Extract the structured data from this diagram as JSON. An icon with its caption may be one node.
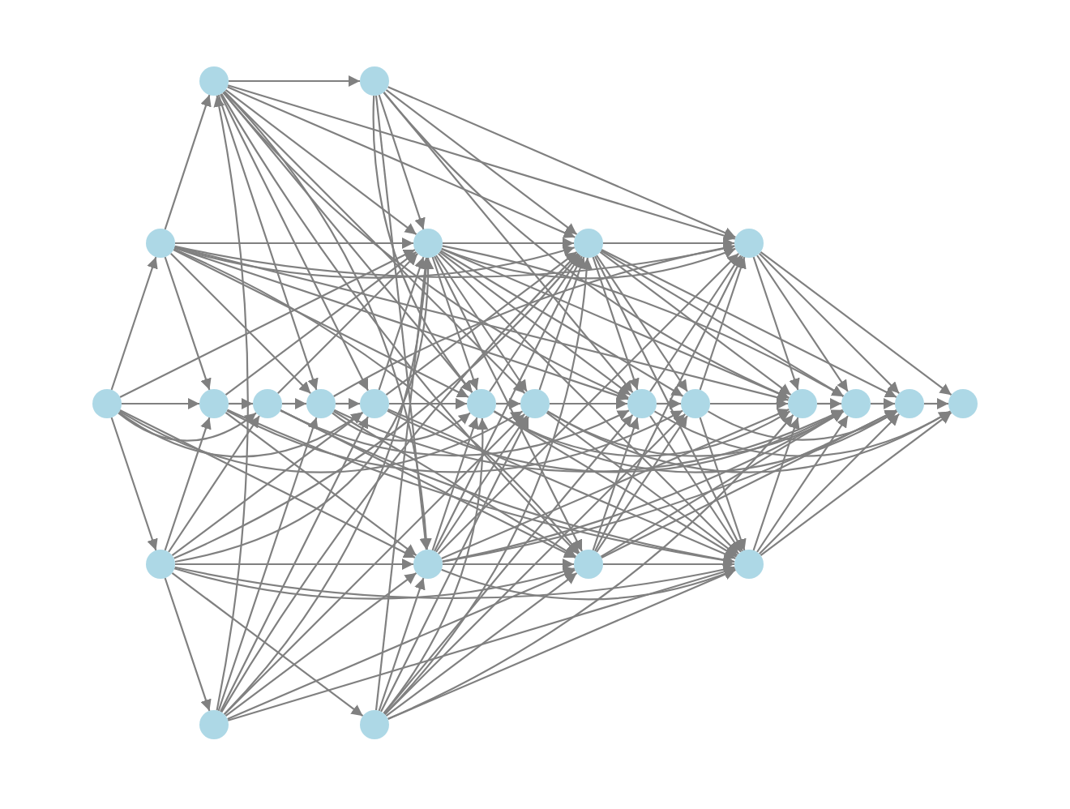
{
  "diagram": {
    "nodes": [
      {
        "text": [],
        "shape": "circle"
      },
      {
        "text": [],
        "shape": "circle"
      },
      {
        "text": [],
        "shape": "circle"
      },
      {
        "text": [],
        "shape": "circle"
      },
      {
        "text": [],
        "shape": "circle"
      },
      {
        "text": [],
        "shape": "circle"
      },
      {
        "text": [],
        "shape": "circle"
      },
      {
        "text": [],
        "shape": "circle"
      },
      {
        "text": [],
        "shape": "circle"
      },
      {
        "text": [],
        "shape": "circle"
      },
      {
        "text": [],
        "shape": "circle"
      },
      {
        "text": [],
        "shape": "circle"
      },
      {
        "text": [],
        "shape": "circle"
      },
      {
        "text": [],
        "shape": "circle"
      },
      {
        "text": [],
        "shape": "circle"
      },
      {
        "text": [],
        "shape": "circle"
      },
      {
        "text": [],
        "shape": "circle"
      },
      {
        "text": [],
        "shape": "circle"
      },
      {
        "text": [],
        "shape": "circle"
      },
      {
        "text": [],
        "shape": "circle"
      },
      {
        "text": [],
        "shape": "circle"
      },
      {
        "text": [],
        "shape": "circle"
      },
      {
        "text": [],
        "shape": "circle"
      },
      {
        "text": [],
        "shape": "circle"
      },
      {
        "text": [],
        "shape": "circle"
      }
    ],
    "edges": [
      {
        "from": 0,
        "to": 1,
        "arrow": "to"
      },
      {
        "from": 0,
        "to": 2,
        "arrow": "to"
      },
      {
        "from": 0,
        "to": 4,
        "arrow": "to"
      },
      {
        "from": 0,
        "to": 6,
        "arrow": "to"
      },
      {
        "from": 0,
        "to": 9,
        "arrow": "to"
      },
      {
        "from": 0,
        "to": 12,
        "arrow": "to"
      },
      {
        "from": 0,
        "to": 14,
        "arrow": "to"
      },
      {
        "from": 0,
        "to": 11,
        "arrow": "to"
      },
      {
        "from": 1,
        "to": 3,
        "arrow": "to"
      },
      {
        "from": 1,
        "to": 4,
        "arrow": "to"
      },
      {
        "from": 1,
        "to": 11,
        "arrow": "to"
      },
      {
        "from": 1,
        "to": 7,
        "arrow": "to"
      },
      {
        "from": 1,
        "to": 13,
        "arrow": "to"
      },
      {
        "from": 1,
        "to": 15,
        "arrow": "to"
      },
      {
        "from": 1,
        "to": 19,
        "arrow": "to"
      },
      {
        "from": 1,
        "to": 16,
        "arrow": "to"
      },
      {
        "from": 1,
        "to": 17,
        "arrow": "to"
      },
      {
        "from": 1,
        "to": 21,
        "arrow": "to"
      },
      {
        "from": 2,
        "to": 5,
        "arrow": "to"
      },
      {
        "from": 2,
        "to": 10,
        "arrow": "to"
      },
      {
        "from": 2,
        "to": 12,
        "arrow": "to"
      },
      {
        "from": 2,
        "to": 4,
        "arrow": "to"
      },
      {
        "from": 2,
        "to": 6,
        "arrow": "to"
      },
      {
        "from": 2,
        "to": 11,
        "arrow": "to"
      },
      {
        "from": 2,
        "to": 15,
        "arrow": "to"
      },
      {
        "from": 2,
        "to": 9,
        "arrow": "to"
      },
      {
        "from": 2,
        "to": 16,
        "arrow": "to"
      },
      {
        "from": 2,
        "to": 20,
        "arrow": "to"
      },
      {
        "from": 3,
        "to": 8,
        "arrow": "to"
      },
      {
        "from": 3,
        "to": 11,
        "arrow": "to"
      },
      {
        "from": 3,
        "to": 9,
        "arrow": "to"
      },
      {
        "from": 3,
        "to": 13,
        "arrow": "to"
      },
      {
        "from": 3,
        "to": 14,
        "arrow": "to"
      },
      {
        "from": 3,
        "to": 15,
        "arrow": "to"
      },
      {
        "from": 3,
        "to": 16,
        "arrow": "to"
      },
      {
        "from": 3,
        "to": 7,
        "arrow": "to"
      },
      {
        "from": 3,
        "to": 17,
        "arrow": "to"
      },
      {
        "from": 3,
        "to": 12,
        "arrow": "to"
      },
      {
        "from": 3,
        "to": 19,
        "arrow": "to"
      },
      {
        "from": 4,
        "to": 6,
        "arrow": "to"
      },
      {
        "from": 4,
        "to": 12,
        "arrow": "to"
      },
      {
        "from": 4,
        "to": 18,
        "arrow": "to"
      },
      {
        "from": 4,
        "to": 20,
        "arrow": "to"
      },
      {
        "from": 4,
        "to": 11,
        "arrow": "to"
      },
      {
        "from": 5,
        "to": 3,
        "arrow": "to"
      },
      {
        "from": 5,
        "to": 11,
        "arrow": "to"
      },
      {
        "from": 5,
        "to": 7,
        "arrow": "to"
      },
      {
        "from": 5,
        "to": 9,
        "arrow": "to"
      },
      {
        "from": 5,
        "to": 12,
        "arrow": "to"
      },
      {
        "from": 5,
        "to": 16,
        "arrow": "to"
      },
      {
        "from": 5,
        "to": 15,
        "arrow": "to"
      },
      {
        "from": 5,
        "to": 14,
        "arrow": "to"
      },
      {
        "from": 5,
        "to": 20,
        "arrow": "to"
      },
      {
        "from": 6,
        "to": 7,
        "arrow": "to"
      },
      {
        "from": 6,
        "to": 11,
        "arrow": "to"
      },
      {
        "from": 6,
        "to": 16,
        "arrow": "to"
      },
      {
        "from": 6,
        "to": 20,
        "arrow": "to"
      },
      {
        "from": 6,
        "to": 17,
        "arrow": "to"
      },
      {
        "from": 7,
        "to": 9,
        "arrow": "to"
      },
      {
        "from": 7,
        "to": 13,
        "arrow": "to"
      },
      {
        "from": 7,
        "to": 19,
        "arrow": "to"
      },
      {
        "from": 7,
        "to": 16,
        "arrow": "to"
      },
      {
        "from": 7,
        "to": 22,
        "arrow": "to"
      },
      {
        "from": 8,
        "to": 11,
        "arrow": "to"
      },
      {
        "from": 8,
        "to": 15,
        "arrow": "to"
      },
      {
        "from": 8,
        "to": 19,
        "arrow": "to"
      },
      {
        "from": 8,
        "to": 13,
        "arrow": "to"
      },
      {
        "from": 8,
        "to": 17,
        "arrow": "to"
      },
      {
        "from": 8,
        "to": 21,
        "arrow": "to"
      },
      {
        "from": 8,
        "to": 12,
        "arrow": "to"
      },
      {
        "from": 9,
        "to": 13,
        "arrow": "to"
      },
      {
        "from": 9,
        "to": 11,
        "arrow": "to"
      },
      {
        "from": 9,
        "to": 15,
        "arrow": "to"
      },
      {
        "from": 9,
        "to": 20,
        "arrow": "to"
      },
      {
        "from": 9,
        "to": 22,
        "arrow": "to"
      },
      {
        "from": 10,
        "to": 12,
        "arrow": "to"
      },
      {
        "from": 10,
        "to": 16,
        "arrow": "to"
      },
      {
        "from": 10,
        "to": 20,
        "arrow": "to"
      },
      {
        "from": 10,
        "to": 11,
        "arrow": "to"
      },
      {
        "from": 10,
        "to": 14,
        "arrow": "to"
      },
      {
        "from": 10,
        "to": 13,
        "arrow": "to"
      },
      {
        "from": 10,
        "to": 15,
        "arrow": "to"
      },
      {
        "from": 10,
        "to": 17,
        "arrow": "to"
      },
      {
        "from": 10,
        "to": 18,
        "arrow": "to"
      },
      {
        "from": 10,
        "to": 21,
        "arrow": "to"
      },
      {
        "from": 11,
        "to": 15,
        "arrow": "to"
      },
      {
        "from": 11,
        "to": 13,
        "arrow": "to"
      },
      {
        "from": 11,
        "to": 14,
        "arrow": "to"
      },
      {
        "from": 11,
        "to": 16,
        "arrow": "to"
      },
      {
        "from": 11,
        "to": 17,
        "arrow": "to"
      },
      {
        "from": 11,
        "to": 18,
        "arrow": "to"
      },
      {
        "from": 11,
        "to": 19,
        "arrow": "to"
      },
      {
        "from": 11,
        "to": 20,
        "arrow": "to"
      },
      {
        "from": 11,
        "to": 21,
        "arrow": "to"
      },
      {
        "from": 11,
        "to": 22,
        "arrow": "to"
      },
      {
        "from": 12,
        "to": 16,
        "arrow": "to"
      },
      {
        "from": 12,
        "to": 13,
        "arrow": "to"
      },
      {
        "from": 12,
        "to": 14,
        "arrow": "to"
      },
      {
        "from": 12,
        "to": 15,
        "arrow": "to"
      },
      {
        "from": 12,
        "to": 19,
        "arrow": "to"
      },
      {
        "from": 12,
        "to": 20,
        "arrow": "to"
      },
      {
        "from": 12,
        "to": 21,
        "arrow": "to"
      },
      {
        "from": 12,
        "to": 22,
        "arrow": "to"
      },
      {
        "from": 12,
        "to": 23,
        "arrow": "to"
      },
      {
        "from": 13,
        "to": 14,
        "arrow": "to"
      },
      {
        "from": 13,
        "to": 15,
        "arrow": "to"
      },
      {
        "from": 13,
        "to": 20,
        "arrow": "to"
      },
      {
        "from": 13,
        "to": 21,
        "arrow": "to"
      },
      {
        "from": 13,
        "to": 23,
        "arrow": "to"
      },
      {
        "from": 14,
        "to": 17,
        "arrow": "to"
      },
      {
        "from": 14,
        "to": 15,
        "arrow": "to"
      },
      {
        "from": 14,
        "to": 20,
        "arrow": "to"
      },
      {
        "from": 14,
        "to": 22,
        "arrow": "to"
      },
      {
        "from": 14,
        "to": 24,
        "arrow": "to"
      },
      {
        "from": 15,
        "to": 19,
        "arrow": "to"
      },
      {
        "from": 15,
        "to": 17,
        "arrow": "to"
      },
      {
        "from": 15,
        "to": 18,
        "arrow": "to"
      },
      {
        "from": 15,
        "to": 20,
        "arrow": "to"
      },
      {
        "from": 15,
        "to": 21,
        "arrow": "to"
      },
      {
        "from": 15,
        "to": 22,
        "arrow": "to"
      },
      {
        "from": 15,
        "to": 23,
        "arrow": "to"
      },
      {
        "from": 16,
        "to": 20,
        "arrow": "to"
      },
      {
        "from": 16,
        "to": 17,
        "arrow": "to"
      },
      {
        "from": 16,
        "to": 18,
        "arrow": "to"
      },
      {
        "from": 16,
        "to": 19,
        "arrow": "to"
      },
      {
        "from": 16,
        "to": 22,
        "arrow": "to"
      },
      {
        "from": 16,
        "to": 23,
        "arrow": "to"
      },
      {
        "from": 17,
        "to": 18,
        "arrow": "to"
      },
      {
        "from": 17,
        "to": 19,
        "arrow": "to"
      },
      {
        "from": 17,
        "to": 20,
        "arrow": "to"
      },
      {
        "from": 17,
        "to": 24,
        "arrow": "to"
      },
      {
        "from": 18,
        "to": 21,
        "arrow": "to"
      },
      {
        "from": 18,
        "to": 20,
        "arrow": "to"
      },
      {
        "from": 18,
        "to": 19,
        "arrow": "to"
      },
      {
        "from": 18,
        "to": 23,
        "arrow": "to"
      },
      {
        "from": 19,
        "to": 21,
        "arrow": "to"
      },
      {
        "from": 19,
        "to": 22,
        "arrow": "to"
      },
      {
        "from": 19,
        "to": 23,
        "arrow": "to"
      },
      {
        "from": 19,
        "to": 24,
        "arrow": "to"
      },
      {
        "from": 20,
        "to": 21,
        "arrow": "to"
      },
      {
        "from": 20,
        "to": 22,
        "arrow": "to"
      },
      {
        "from": 20,
        "to": 23,
        "arrow": "to"
      },
      {
        "from": 20,
        "to": 24,
        "arrow": "to"
      },
      {
        "from": 21,
        "to": 22,
        "arrow": "to"
      },
      {
        "from": 22,
        "to": 23,
        "arrow": "to"
      },
      {
        "from": 23,
        "to": 24,
        "arrow": "to"
      }
    ]
  }
}
